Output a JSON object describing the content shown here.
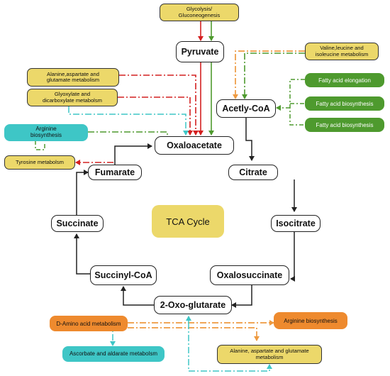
{
  "nodes": {
    "glycolysis": "Glycolysis/\nGluconeogenesis",
    "pyruvate": "Pyruvate",
    "valine": "Valine,leucine and\nisoleucine metabolism",
    "alanine_top": "Alanine,aspartate and\nglutamate metabolism",
    "glyoxylate": "Glyoxylate and\ndicarboxylate metabolsm",
    "fa_elongation": "Fatty acid elongation",
    "fa_biosynthesis_1": "Fatty acid biosynthesis",
    "fa_biosynthesis_2": "Fatty acid biosynthesis",
    "acetyl_coa": "Acetly-CoA",
    "arginine_biosynthesis_left": "Arginine\nbiosynthesis",
    "oxaloacetate": "Oxaloacetate",
    "tyrosine": "Tyrosine metabolsm",
    "fumarate": "Fumarate",
    "citrate": "Citrate",
    "succinate": "Succinate",
    "tca_cycle": "TCA Cycle",
    "isocitrate": "Isocitrate",
    "succinyl_coa": "Succinyl-CoA",
    "oxalosuccinate": "Oxalosuccinate",
    "oxo_glutarate": "2-Oxo-glutarate",
    "d_amino": "D-Amino acid metabolism",
    "arginine_biosynthesis_right": "Arginine biosynthesis",
    "ascorbate": "Ascorbate and aldarate metabolsm",
    "alanine_bottom": "Alanine, aspartate and glutamate\nmetabolism"
  },
  "colors": {
    "red": "#d42020",
    "green": "#4e9a2e",
    "orange": "#ee9a40",
    "cyan": "#3ec6c6",
    "black": "#222222",
    "yellow_fill": "#ecd86a",
    "green_fill": "#4e9a2e",
    "cyan_fill": "#3ec6c6",
    "orange_fill": "#ee8a2e"
  }
}
